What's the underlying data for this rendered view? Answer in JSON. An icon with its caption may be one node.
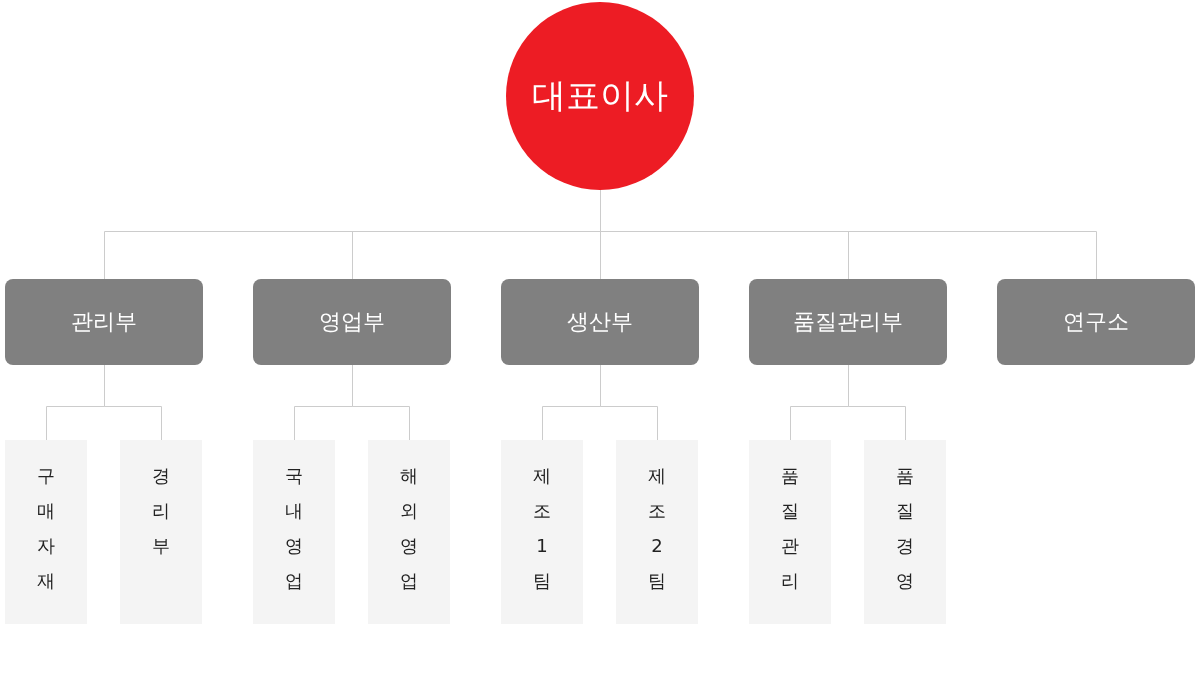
{
  "diagram": {
    "nodes": [
      {
        "text": [
          "대표이사"
        ]
      },
      {
        "text": [
          "관리부"
        ]
      },
      {
        "text": [
          "영업부"
        ]
      },
      {
        "text": [
          "생산부"
        ]
      },
      {
        "text": [
          "품질관리부"
        ]
      },
      {
        "text": [
          "연구소"
        ]
      },
      {
        "text": [
          "구매자재"
        ]
      },
      {
        "text": [
          "경리부"
        ]
      },
      {
        "text": [
          "국내영업"
        ]
      },
      {
        "text": [
          "해외영업"
        ]
      },
      {
        "text": [
          "제조1팀"
        ]
      },
      {
        "text": [
          "제조2팀"
        ]
      },
      {
        "text": [
          "품질관리"
        ]
      },
      {
        "text": [
          "품질경영"
        ]
      }
    ],
    "edges": [
      {
        "from": 0,
        "to": 1,
        "arrow": "none"
      },
      {
        "from": 0,
        "to": 2,
        "arrow": "none"
      },
      {
        "from": 0,
        "to": 3,
        "arrow": "none"
      },
      {
        "from": 0,
        "to": 4,
        "arrow": "none"
      },
      {
        "from": 0,
        "to": 5,
        "arrow": "none"
      },
      {
        "from": 1,
        "to": 6,
        "arrow": "none"
      },
      {
        "from": 1,
        "to": 7,
        "arrow": "none"
      },
      {
        "from": 2,
        "to": 8,
        "arrow": "none"
      },
      {
        "from": 2,
        "to": 9,
        "arrow": "none"
      },
      {
        "from": 3,
        "to": 10,
        "arrow": "none"
      },
      {
        "from": 3,
        "to": 11,
        "arrow": "none"
      },
      {
        "from": 4,
        "to": 12,
        "arrow": "none"
      },
      {
        "from": 4,
        "to": 13,
        "arrow": "none"
      }
    ]
  }
}
